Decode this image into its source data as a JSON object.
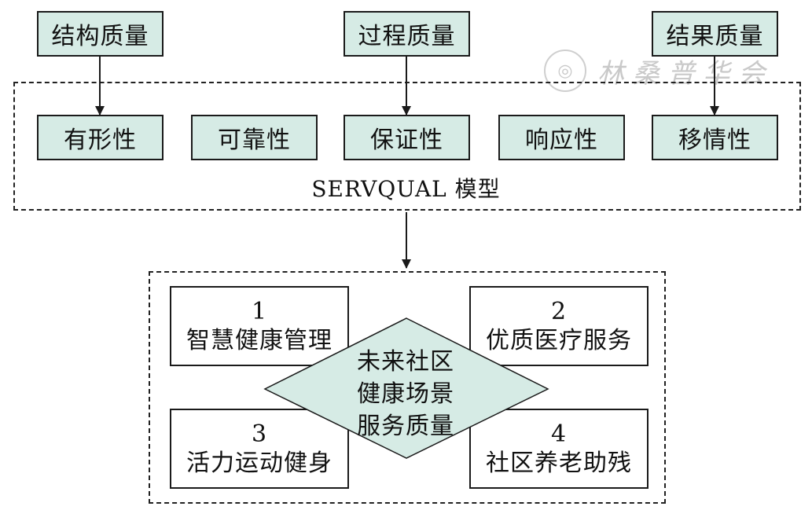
{
  "top_boxes": {
    "structure": "结构质量",
    "process": "过程质量",
    "result": "结果质量"
  },
  "dimensions": [
    "有形性",
    "可靠性",
    "保证性",
    "响应性",
    "移情性"
  ],
  "model_label": "SERVQUAL 模型",
  "scenarios": [
    {
      "num": "1",
      "label": "智慧健康管理"
    },
    {
      "num": "2",
      "label": "优质医疗服务"
    },
    {
      "num": "3",
      "label": "活力运动健身"
    },
    {
      "num": "4",
      "label": "社区养老助残"
    }
  ],
  "center": {
    "line1": "未来社区",
    "line2": "健康场景",
    "line3": "服务质量"
  },
  "watermark": {
    "seal": "◎",
    "text": "林 桑 普 华 会"
  },
  "colors": {
    "teal_fill": "#d6ebe5",
    "border": "#1a1a1a"
  }
}
